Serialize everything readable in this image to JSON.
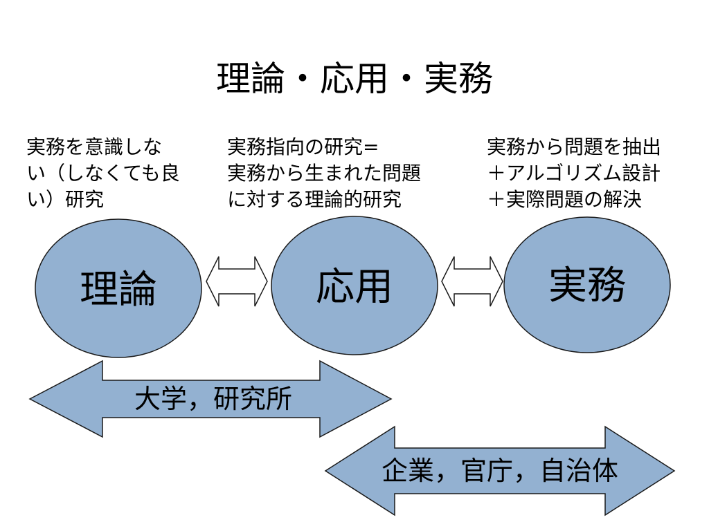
{
  "title": "理論・応用・実務",
  "descriptions": {
    "theory": [
      "実務を意識しな",
      "い（しなくても良",
      "い）研究"
    ],
    "applied": [
      "実務指向の研究=",
      "実務から生まれた問題",
      "に対する理論的研究"
    ],
    "practice": [
      "実務から問題を抽出",
      "＋アルゴリズム設計",
      "＋実際問題の解決"
    ]
  },
  "circles": {
    "theory": "理論",
    "applied": "応用",
    "practice": "実務"
  },
  "arrows": {
    "academia": "大学，研究所",
    "industry": "企業，官庁，自治体"
  },
  "colors": {
    "shape_fill": "#93B1D1",
    "outline": "#1a1a1a",
    "double_arrow_fill": "#ffffff"
  }
}
